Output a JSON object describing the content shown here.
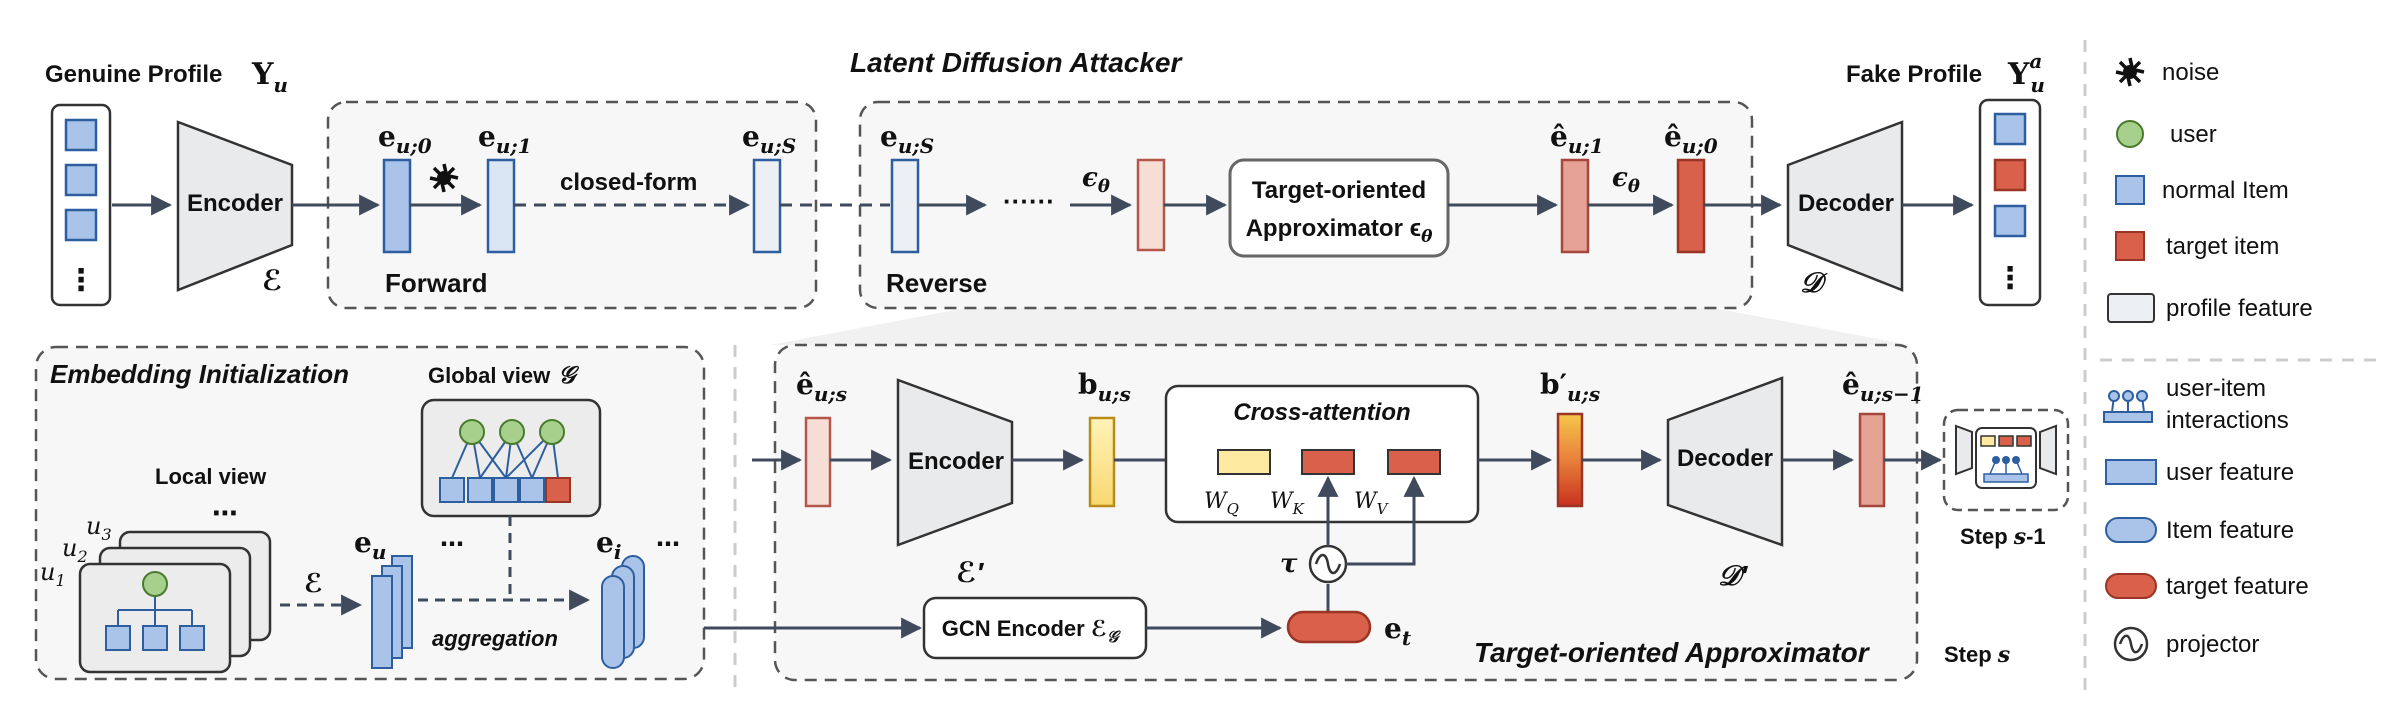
{
  "colors": {
    "arrow": "#3f4a5c",
    "dashed_box": "#555555",
    "panel_fill": "#f4f4f4",
    "normal_item": "#a9c4e8",
    "normal_item_border": "#2d5fa0",
    "target_item": "#d9604a",
    "profile_feature": "#eceff4",
    "user_node": "#a8d08d",
    "light_pink": "#f6ddd6",
    "mid_pink": "#e6a294",
    "feature_yellow": "#fde9a0",
    "encoder_fill": "#e9eaec"
  },
  "top": {
    "title": "Latent Diffusion Attacker",
    "genuine_label": "Genuine Profile",
    "genuine_sym": "Y",
    "genuine_sub": "u",
    "encoder_label": "Encoder",
    "encoder_sym": "ℰ",
    "e_u0": "e",
    "e_u0_sub": "u;0",
    "e_u1": "e",
    "e_u1_sub": "u;1",
    "e_uS": "e",
    "e_uS_sub": "u;S",
    "closed_form": "closed-form",
    "forward": "Forward",
    "reverse_e": "e",
    "reverse_e_sub": "u;S",
    "reverse": "Reverse",
    "dots": "······",
    "eps1": "ϵ",
    "eps1_sub": "θ",
    "approx_line1": "Target-oriented",
    "approx_line2": "Approximator ϵ",
    "approx_sub": "θ",
    "hat_e1": "ê",
    "hat_e1_sub": "u;1",
    "eps2": "ϵ",
    "eps2_sub": "θ",
    "hat_e0": "ê",
    "hat_e0_sub": "u;0",
    "decoder_label": "Decoder",
    "decoder_sym": "𝒟",
    "fake_label": "Fake Profile",
    "fake_sym": "Y",
    "fake_sub": "u",
    "fake_sup": "a",
    "vdots": "⋮"
  },
  "embed": {
    "title": "Embedding Initialization",
    "global_view": "Global view",
    "global_sym": "𝒢",
    "local_view": "Local view",
    "u1": "u",
    "u1_sub": "1",
    "u2": "u",
    "u2_sub": "2",
    "u3": "u",
    "u3_sub": "3",
    "dots": "⋯",
    "enc_sym": "ℰ",
    "e_u": "e",
    "e_u_sub": "u",
    "e_i": "e",
    "e_i_sub": "i",
    "aggregation": "aggregation"
  },
  "approx": {
    "title": "Target-oriented Approximator",
    "hat_e": "ê",
    "hat_e_sub": "u;s",
    "encoder_label": "Encoder",
    "encoder_sym": "ℰ′",
    "b": "b",
    "b_sub": "u;s",
    "cross_attention": "Cross-attention",
    "wq": "W",
    "wq_sub": "Q",
    "wk": "W",
    "wk_sub": "K",
    "wv": "W",
    "wv_sub": "V",
    "tau": "τ",
    "b_prime": "b′",
    "b_prime_sub": "u;s",
    "decoder_label": "Decoder",
    "decoder_sym": "𝒟′",
    "hat_e_out": "ê",
    "hat_e_out_sub": "u;s−1",
    "gcn_label": "GCN Encoder ℰ",
    "gcn_sub": "𝒢",
    "e_t": "e",
    "e_t_sub": "t",
    "step_prev": "Step",
    "step_prev_sym": "s",
    "step_prev_suffix": "-1",
    "step": "Step",
    "step_sym": "s"
  },
  "legend": {
    "noise": "noise",
    "user": "user",
    "normal_item": "normal Item",
    "target_item": "target item",
    "profile_feature": "profile feature",
    "interactions_line1": "user-item",
    "interactions_line2": "interactions",
    "user_feature": "user feature",
    "item_feature": "Item feature",
    "target_feature": "target feature",
    "projector": "projector"
  }
}
